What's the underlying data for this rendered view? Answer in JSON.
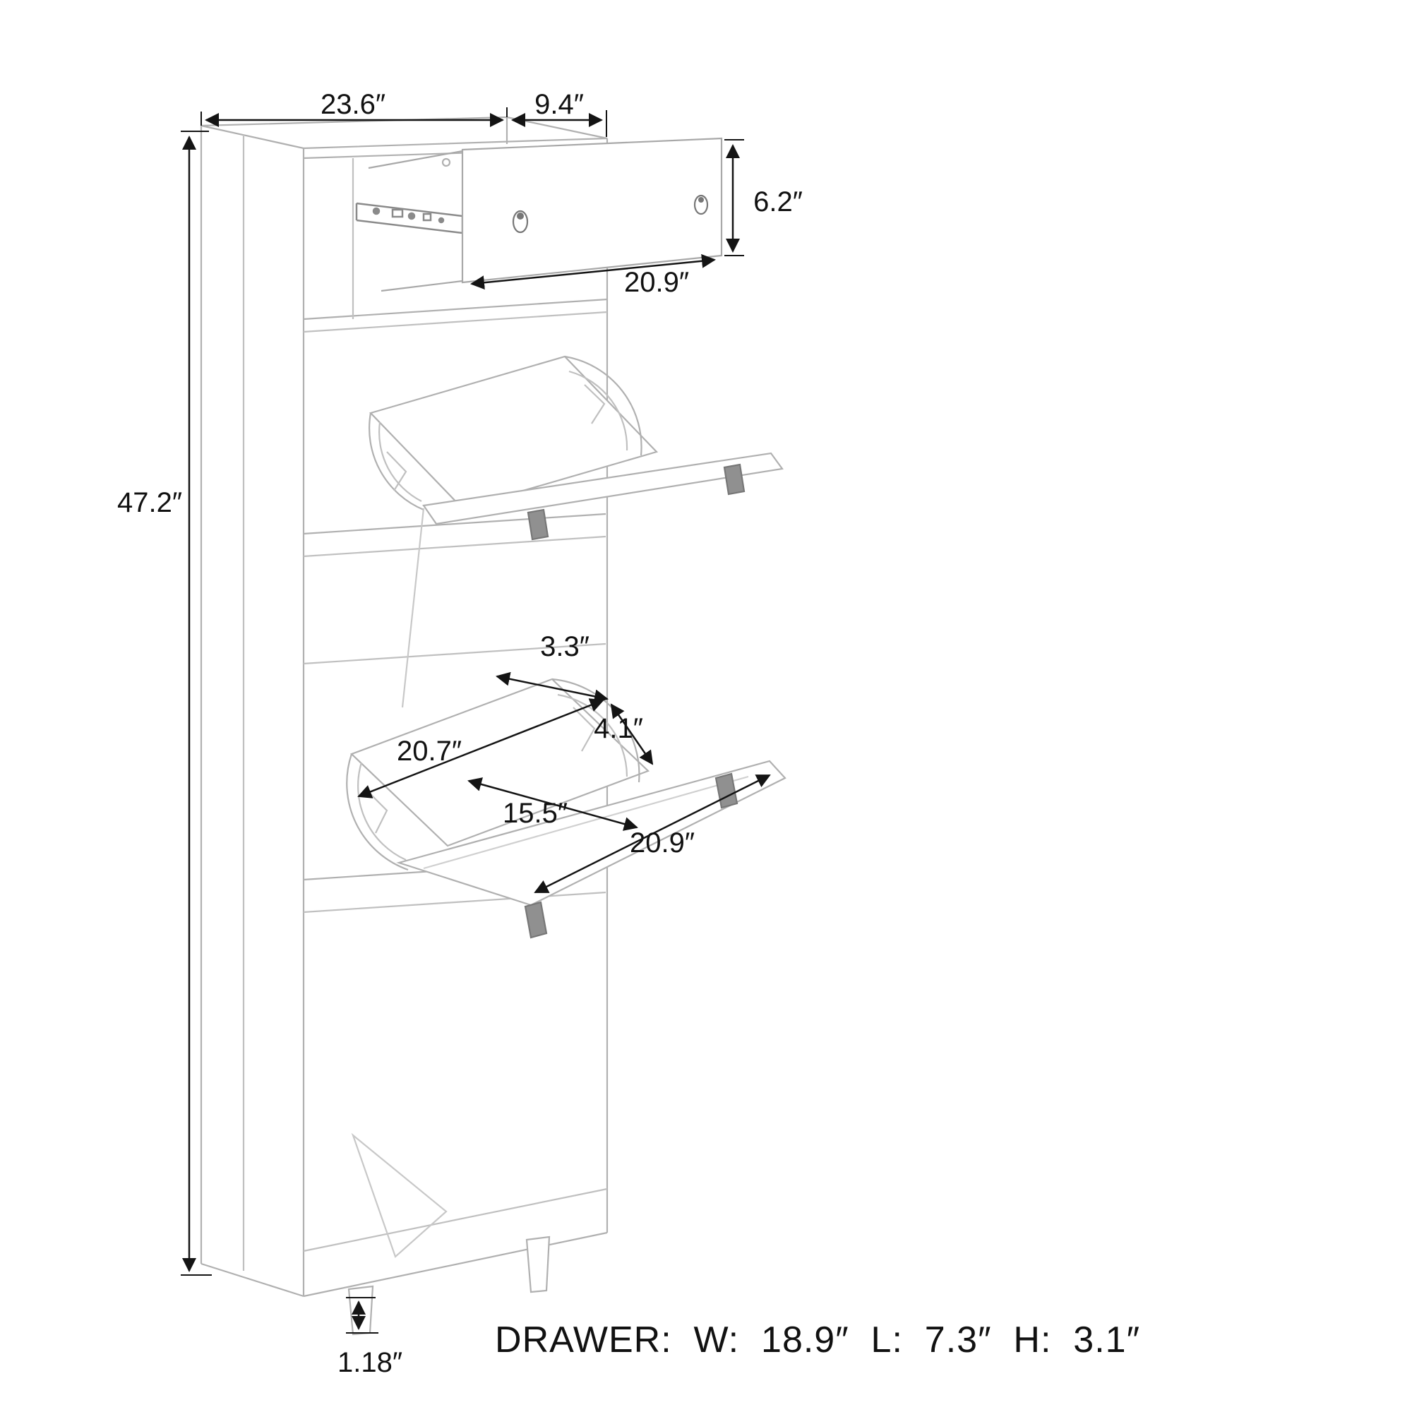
{
  "diagram": {
    "title": "shoe-cabinet-dimension-diagram",
    "labels": {
      "top_width": "23.6″",
      "top_depth": "9.4″",
      "drawer_height": "6.2″",
      "drawer_width": "20.9″",
      "overall_height": "47.2″",
      "flap_opening_depth": "3.3″",
      "flap_shelf_length": "20.7″",
      "flap_arc_depth": "4.1″",
      "flap_inner_length": "15.5″",
      "flap_front_length": "20.9″",
      "leg_height": "1.18″"
    },
    "footer": "DRAWER:  W:  18.9″  L:  7.3″  H:  3.1″",
    "colors": {
      "line_light": "#b0b0b0",
      "line_detail": "#c0c0c0",
      "line_dark": "#8a8a8a",
      "dimension": "#141414"
    }
  }
}
